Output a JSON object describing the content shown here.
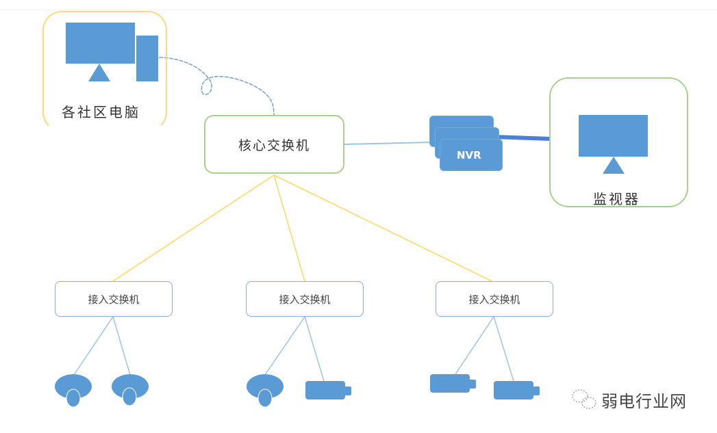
{
  "diagram": {
    "title": "监控系统网络拓扑",
    "nodes": {
      "community_pc": {
        "label": "各社区电脑",
        "icon": "desktop-computer-icon"
      },
      "core_switch": {
        "label": "核心交换机"
      },
      "nvr": {
        "label": "NVR",
        "icon": "nvr-stack-icon"
      },
      "monitor": {
        "label": "监视器",
        "icon": "monitor-icon"
      },
      "access_switches": [
        {
          "label": "接入交换机",
          "devices": [
            "dome-camera",
            "dome-camera"
          ]
        },
        {
          "label": "接入交换机",
          "devices": [
            "dome-camera",
            "bullet-camera"
          ]
        },
        {
          "label": "接入交换机",
          "devices": [
            "bullet-camera",
            "bullet-camera"
          ]
        }
      ]
    },
    "edges": [
      {
        "from": "community_pc",
        "to": "core_switch",
        "style": "cable"
      },
      {
        "from": "core_switch",
        "to": "nvr",
        "style": "thin-blue"
      },
      {
        "from": "nvr",
        "to": "monitor",
        "style": "thick-blue"
      },
      {
        "from": "core_switch",
        "to": "access_switch_1",
        "style": "yellow"
      },
      {
        "from": "core_switch",
        "to": "access_switch_2",
        "style": "yellow"
      },
      {
        "from": "core_switch",
        "to": "access_switch_3",
        "style": "yellow"
      }
    ],
    "colors": {
      "device_blue": "#5b9bd5",
      "yellow_border": "#ffd87a",
      "green_border": "#a9d18e",
      "access_border": "#8eaadb",
      "yellow_link": "#ffd966",
      "light_blue_link": "#9dc3e6"
    }
  },
  "watermark": {
    "text": "弱电行业网",
    "icon": "wechat-icon"
  }
}
